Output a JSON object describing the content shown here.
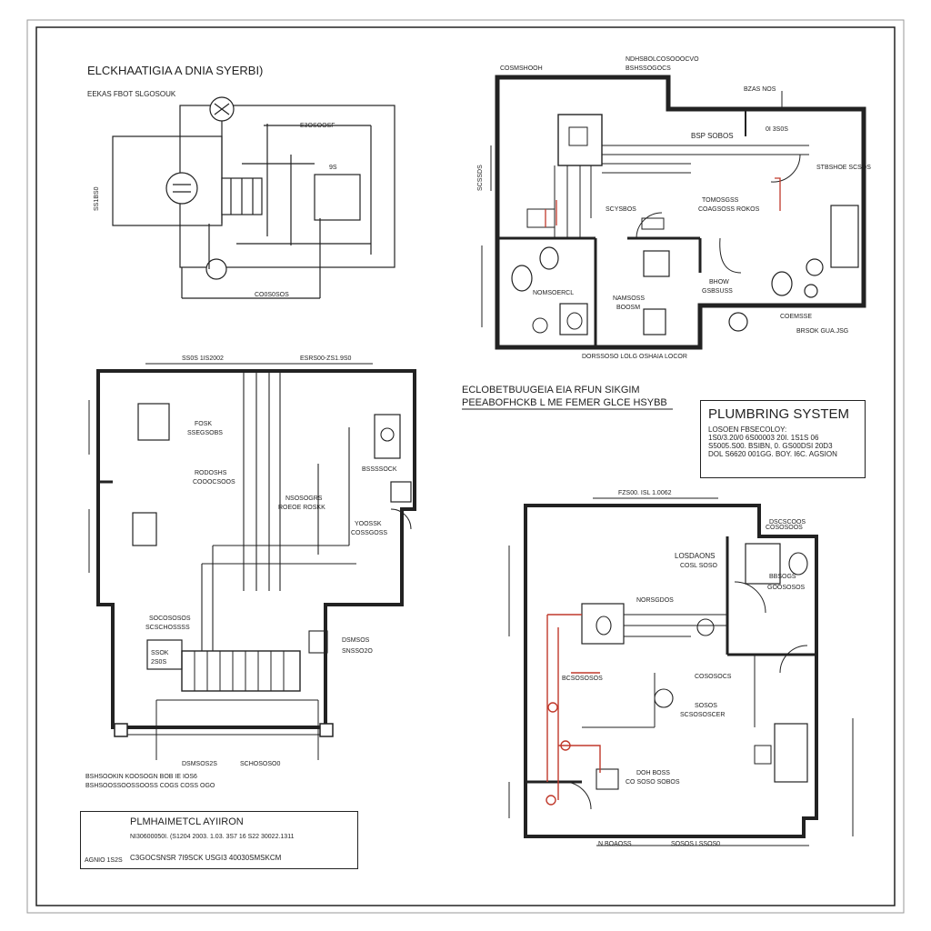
{
  "titles": {
    "electrical": "ELCKHAATIGIA A DNIA SYERBI)",
    "electrical_sub": "EEKAS FBOT  SLGOSOUK",
    "middle_1": "ECLOBETBUUGEIA EIA RFUN SIKGIM",
    "middle_2": "PEEABOFHCKB L ME FEMER GLCE HSYBB"
  },
  "plumbing_box": {
    "title": "PLUMBRING SYSTEM",
    "line1": "LOSOEN FBSECOLOY:",
    "line2": "1S0/3.20/0  6S00003  20I.  1S1S  06",
    "line3": "S5005.S00.  BSIBN, 0. GS00DSI  20D3",
    "line4": "DOL  S6620 001GG. BOY. I6C. AGSION"
  },
  "legend_box": {
    "title": "PLMHAIMETCL AYIIRON",
    "line1": "NI30600050I. (S1204 2003. 1.03. 3S7 16 S22 30022.1311",
    "line2": "C3GOCSNSR 7I9SCK USGI3 40030SMSKCM",
    "logo_text": "AGNIO 1S2S"
  },
  "labels": {
    "top_left": {
      "e_sosou": "E3OSOOSF",
      "co_sosos": "CO0S0SOS",
      "dim": "SS1BS0",
      "t95": "9S"
    },
    "top_right": {
      "a": "COSMSHOOH",
      "b": "NDHSBOLCOSOOOCVO",
      "c": "BSHSSOGOCS",
      "d": "BZAS NOS",
      "e": "BSP SOBOS",
      "f": "0I 3S0S",
      "g": "SCYSBOS",
      "h": "STBSHOE SCSOS",
      "i": "TOMOSGSS",
      "j": "COAGSOSS ROKOS",
      "k": "NOMSOERCL",
      "l": "NAMSOSS",
      "m": "BOOSM",
      "n": "BHOW",
      "o": "GSBSUSS",
      "p": "COEMSSE",
      "q": "BRSOK GUA.JSG",
      "r": "DORSSOSO  LOLG  OSHAIA LOCOR",
      "s": "SCSSDS"
    },
    "bottom_left": {
      "a": "SS0S  1IS2002",
      "b": "ESRS00-ZS1.9S0",
      "c": "FOSK",
      "d": "SSEGSOBS",
      "e": "RODOSHS",
      "f": "COOOCSOOS",
      "g": "BSSSSOCK",
      "h": "NSOSOGRS",
      "i": "ROEOE ROSKK",
      "j": "YOOSSK",
      "k": "COSSGOSS",
      "l": "SOCOSOSOS",
      "m": "SCSCHOSSSS",
      "n": "SSOK",
      "o": "2S0S",
      "p": "DSMSOS",
      "q": "SNSSO2O",
      "r": "DSMSOS2S",
      "s": "SCHOSOSO0",
      "t": "BSHSOOKIN  KOOSOGN  BOB  IE  IOS6",
      "u": "BSHSOOSSOOSSOOSS  COGS  COSS  OGO"
    },
    "bottom_right": {
      "a": "FZS00.  ISL  1.0062",
      "b": "DSCSCOOS",
      "c": "COSOSOOS",
      "d": "LOSDAONS",
      "e": "COSL SOSO",
      "f": "NORSGDOS",
      "g": "BBSOGS",
      "h": "GOOSOSOS",
      "i": "BCSOSOSOS",
      "j": "COSOSOCS",
      "k": "SOSOS",
      "l": "SCSOSOSCER",
      "m": "DOH  BOSS",
      "n": "CO  SOSO SOBOS",
      "o": "N BOAOSS",
      "p": "SOSOS  LSSOS0"
    }
  }
}
